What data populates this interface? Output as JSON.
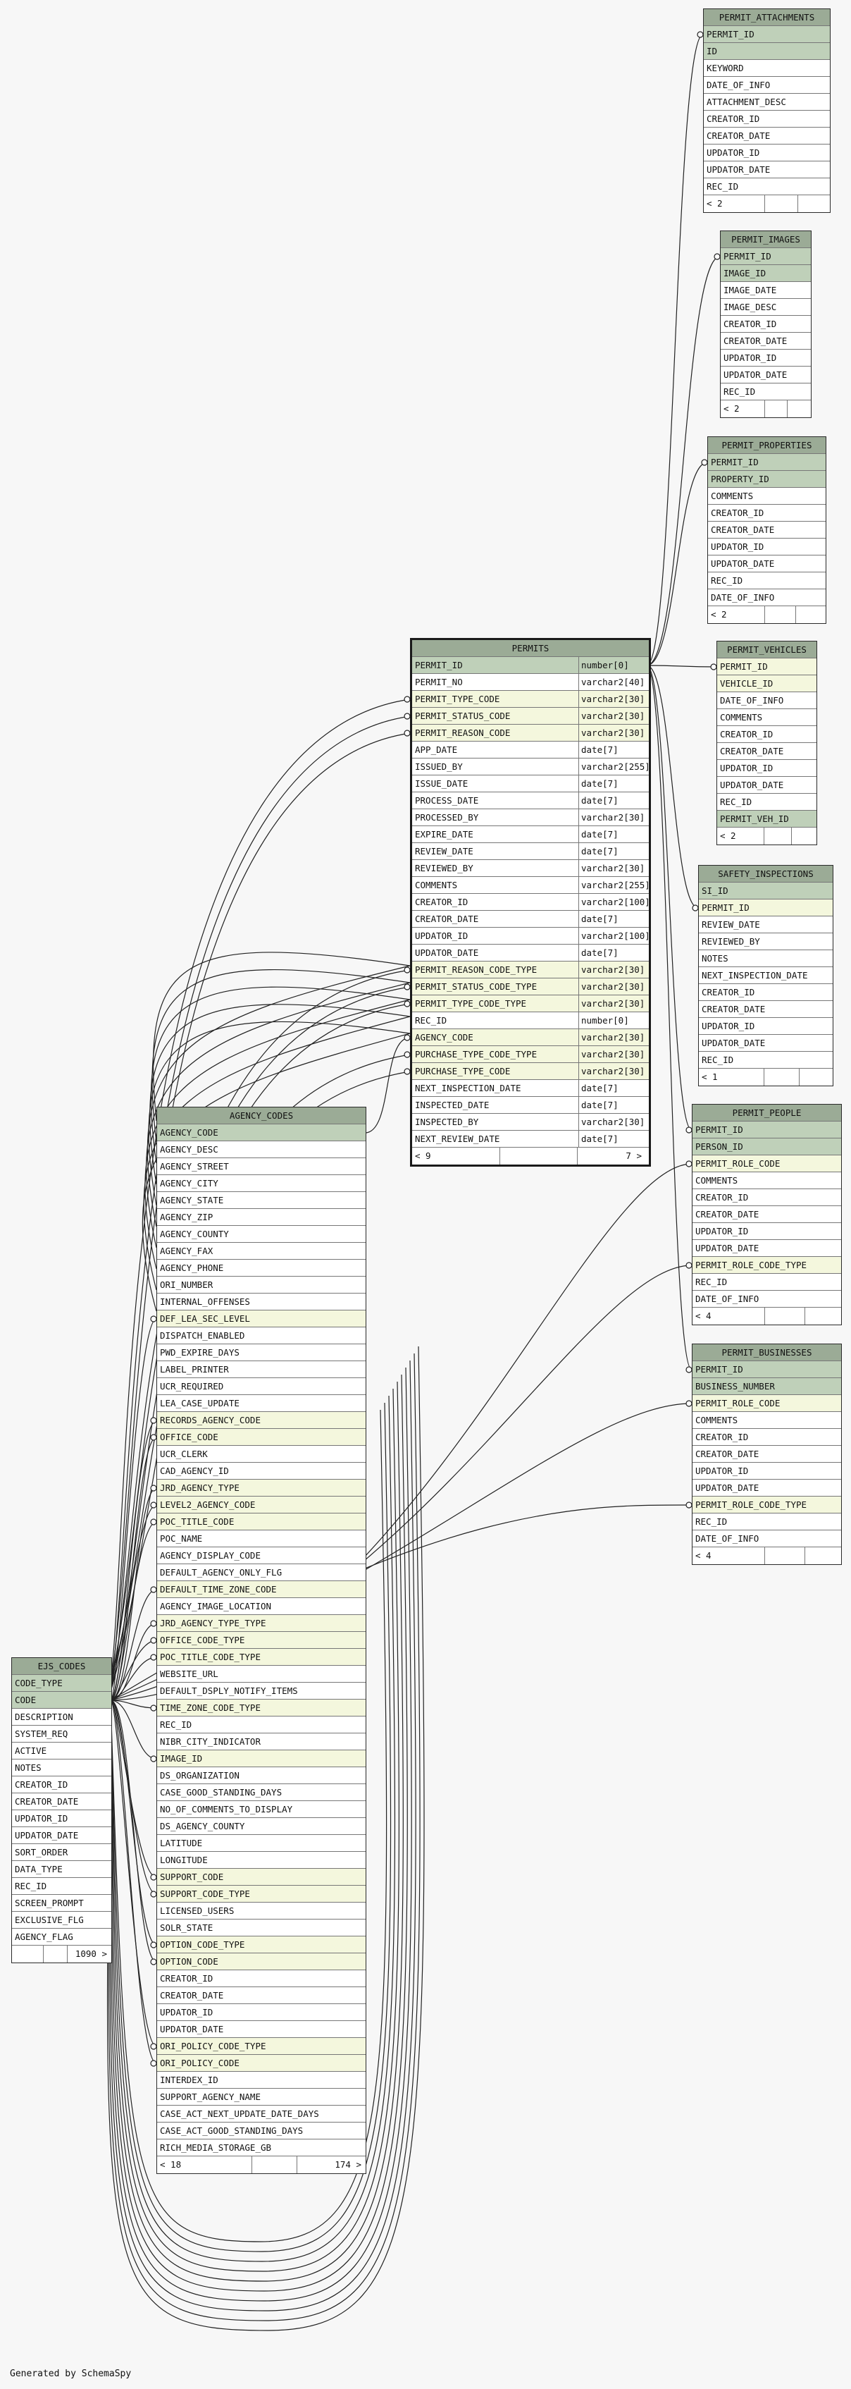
{
  "generated_text": "Generated by SchemaSpy",
  "tables": [
    {
      "id": "permit_attachments",
      "name": "PERMIT_ATTACHMENTS",
      "columns": [
        {
          "name": "PERMIT_ID",
          "kind": "pk"
        },
        {
          "name": "ID",
          "kind": "pk"
        },
        {
          "name": "KEYWORD"
        },
        {
          "name": "DATE_OF_INFO"
        },
        {
          "name": "ATTACHMENT_DESC"
        },
        {
          "name": "CREATOR_ID"
        },
        {
          "name": "CREATOR_DATE"
        },
        {
          "name": "UPDATOR_ID"
        },
        {
          "name": "UPDATOR_DATE"
        },
        {
          "name": "REC_ID"
        }
      ],
      "footer": [
        "< 2",
        "",
        ""
      ]
    },
    {
      "id": "permit_images",
      "name": "PERMIT_IMAGES",
      "columns": [
        {
          "name": "PERMIT_ID",
          "kind": "pk"
        },
        {
          "name": "IMAGE_ID",
          "kind": "pk"
        },
        {
          "name": "IMAGE_DATE"
        },
        {
          "name": "IMAGE_DESC"
        },
        {
          "name": "CREATOR_ID"
        },
        {
          "name": "CREATOR_DATE"
        },
        {
          "name": "UPDATOR_ID"
        },
        {
          "name": "UPDATOR_DATE"
        },
        {
          "name": "REC_ID"
        }
      ],
      "footer": [
        "< 2",
        "",
        ""
      ]
    },
    {
      "id": "permit_properties",
      "name": "PERMIT_PROPERTIES",
      "columns": [
        {
          "name": "PERMIT_ID",
          "kind": "pk"
        },
        {
          "name": "PROPERTY_ID",
          "kind": "pk"
        },
        {
          "name": "COMMENTS"
        },
        {
          "name": "CREATOR_ID"
        },
        {
          "name": "CREATOR_DATE"
        },
        {
          "name": "UPDATOR_ID"
        },
        {
          "name": "UPDATOR_DATE"
        },
        {
          "name": "REC_ID"
        },
        {
          "name": "DATE_OF_INFO"
        }
      ],
      "footer": [
        "< 2",
        "",
        ""
      ]
    },
    {
      "id": "permit_vehicles",
      "name": "PERMIT_VEHICLES",
      "columns": [
        {
          "name": "PERMIT_ID",
          "kind": "fk"
        },
        {
          "name": "VEHICLE_ID",
          "kind": "fk"
        },
        {
          "name": "DATE_OF_INFO"
        },
        {
          "name": "COMMENTS"
        },
        {
          "name": "CREATOR_ID"
        },
        {
          "name": "CREATOR_DATE"
        },
        {
          "name": "UPDATOR_ID"
        },
        {
          "name": "UPDATOR_DATE"
        },
        {
          "name": "REC_ID"
        },
        {
          "name": "PERMIT_VEH_ID",
          "kind": "pk"
        }
      ],
      "footer": [
        "< 2",
        "",
        ""
      ]
    },
    {
      "id": "permits",
      "name": "PERMITS",
      "main": true,
      "columns": [
        {
          "name": "PERMIT_ID",
          "type": "number[0]",
          "kind": "pk"
        },
        {
          "name": "PERMIT_NO",
          "type": "varchar2[40]"
        },
        {
          "name": "PERMIT_TYPE_CODE",
          "type": "varchar2[30]",
          "kind": "fk"
        },
        {
          "name": "PERMIT_STATUS_CODE",
          "type": "varchar2[30]",
          "kind": "fk"
        },
        {
          "name": "PERMIT_REASON_CODE",
          "type": "varchar2[30]",
          "kind": "fk"
        },
        {
          "name": "APP_DATE",
          "type": "date[7]"
        },
        {
          "name": "ISSUED_BY",
          "type": "varchar2[255]"
        },
        {
          "name": "ISSUE_DATE",
          "type": "date[7]"
        },
        {
          "name": "PROCESS_DATE",
          "type": "date[7]"
        },
        {
          "name": "PROCESSED_BY",
          "type": "varchar2[30]"
        },
        {
          "name": "EXPIRE_DATE",
          "type": "date[7]"
        },
        {
          "name": "REVIEW_DATE",
          "type": "date[7]"
        },
        {
          "name": "REVIEWED_BY",
          "type": "varchar2[30]"
        },
        {
          "name": "COMMENTS",
          "type": "varchar2[255]"
        },
        {
          "name": "CREATOR_ID",
          "type": "varchar2[100]"
        },
        {
          "name": "CREATOR_DATE",
          "type": "date[7]"
        },
        {
          "name": "UPDATOR_ID",
          "type": "varchar2[100]"
        },
        {
          "name": "UPDATOR_DATE",
          "type": "date[7]"
        },
        {
          "name": "PERMIT_REASON_CODE_TYPE",
          "type": "varchar2[30]",
          "kind": "fk"
        },
        {
          "name": "PERMIT_STATUS_CODE_TYPE",
          "type": "varchar2[30]",
          "kind": "fk"
        },
        {
          "name": "PERMIT_TYPE_CODE_TYPE",
          "type": "varchar2[30]",
          "kind": "fk"
        },
        {
          "name": "REC_ID",
          "type": "number[0]"
        },
        {
          "name": "AGENCY_CODE",
          "type": "varchar2[30]",
          "kind": "fk"
        },
        {
          "name": "PURCHASE_TYPE_CODE_TYPE",
          "type": "varchar2[30]",
          "kind": "fk"
        },
        {
          "name": "PURCHASE_TYPE_CODE",
          "type": "varchar2[30]",
          "kind": "fk"
        },
        {
          "name": "NEXT_INSPECTION_DATE",
          "type": "date[7]"
        },
        {
          "name": "INSPECTED_DATE",
          "type": "date[7]"
        },
        {
          "name": "INSPECTED_BY",
          "type": "varchar2[30]"
        },
        {
          "name": "NEXT_REVIEW_DATE",
          "type": "date[7]"
        }
      ],
      "footer": [
        "< 9",
        "",
        "7 >"
      ]
    },
    {
      "id": "safety_inspections",
      "name": "SAFETY_INSPECTIONS",
      "columns": [
        {
          "name": "SI_ID",
          "kind": "pk"
        },
        {
          "name": "PERMIT_ID",
          "kind": "fk"
        },
        {
          "name": "REVIEW_DATE"
        },
        {
          "name": "REVIEWED_BY"
        },
        {
          "name": "NOTES"
        },
        {
          "name": "NEXT_INSPECTION_DATE"
        },
        {
          "name": "CREATOR_ID"
        },
        {
          "name": "CREATOR_DATE"
        },
        {
          "name": "UPDATOR_ID"
        },
        {
          "name": "UPDATOR_DATE"
        },
        {
          "name": "REC_ID"
        }
      ],
      "footer": [
        "< 1",
        "",
        ""
      ]
    },
    {
      "id": "permit_people",
      "name": "PERMIT_PEOPLE",
      "columns": [
        {
          "name": "PERMIT_ID",
          "kind": "pk"
        },
        {
          "name": "PERSON_ID",
          "kind": "pk"
        },
        {
          "name": "PERMIT_ROLE_CODE",
          "kind": "fk"
        },
        {
          "name": "COMMENTS"
        },
        {
          "name": "CREATOR_ID"
        },
        {
          "name": "CREATOR_DATE"
        },
        {
          "name": "UPDATOR_ID"
        },
        {
          "name": "UPDATOR_DATE"
        },
        {
          "name": "PERMIT_ROLE_CODE_TYPE",
          "kind": "fk"
        },
        {
          "name": "REC_ID"
        },
        {
          "name": "DATE_OF_INFO"
        }
      ],
      "footer": [
        "< 4",
        "",
        ""
      ]
    },
    {
      "id": "permit_businesses",
      "name": "PERMIT_BUSINESSES",
      "columns": [
        {
          "name": "PERMIT_ID",
          "kind": "pk"
        },
        {
          "name": "BUSINESS_NUMBER",
          "kind": "pk"
        },
        {
          "name": "PERMIT_ROLE_CODE",
          "kind": "fk"
        },
        {
          "name": "COMMENTS"
        },
        {
          "name": "CREATOR_ID"
        },
        {
          "name": "CREATOR_DATE"
        },
        {
          "name": "UPDATOR_ID"
        },
        {
          "name": "UPDATOR_DATE"
        },
        {
          "name": "PERMIT_ROLE_CODE_TYPE",
          "kind": "fk"
        },
        {
          "name": "REC_ID"
        },
        {
          "name": "DATE_OF_INFO"
        }
      ],
      "footer": [
        "< 4",
        "",
        ""
      ]
    },
    {
      "id": "agency_codes",
      "name": "AGENCY_CODES",
      "columns": [
        {
          "name": "AGENCY_CODE",
          "kind": "pk"
        },
        {
          "name": "AGENCY_DESC"
        },
        {
          "name": "AGENCY_STREET"
        },
        {
          "name": "AGENCY_CITY"
        },
        {
          "name": "AGENCY_STATE"
        },
        {
          "name": "AGENCY_ZIP"
        },
        {
          "name": "AGENCY_COUNTY"
        },
        {
          "name": "AGENCY_FAX"
        },
        {
          "name": "AGENCY_PHONE"
        },
        {
          "name": "ORI_NUMBER"
        },
        {
          "name": "INTERNAL_OFFENSES"
        },
        {
          "name": "DEF_LEA_SEC_LEVEL",
          "kind": "fk"
        },
        {
          "name": "DISPATCH_ENABLED"
        },
        {
          "name": "PWD_EXPIRE_DAYS"
        },
        {
          "name": "LABEL_PRINTER"
        },
        {
          "name": "UCR_REQUIRED"
        },
        {
          "name": "LEA_CASE_UPDATE"
        },
        {
          "name": "RECORDS_AGENCY_CODE",
          "kind": "fk"
        },
        {
          "name": "OFFICE_CODE",
          "kind": "fk"
        },
        {
          "name": "UCR_CLERK"
        },
        {
          "name": "CAD_AGENCY_ID"
        },
        {
          "name": "JRD_AGENCY_TYPE",
          "kind": "fk"
        },
        {
          "name": "LEVEL2_AGENCY_CODE",
          "kind": "fk"
        },
        {
          "name": "POC_TITLE_CODE",
          "kind": "fk"
        },
        {
          "name": "POC_NAME"
        },
        {
          "name": "AGENCY_DISPLAY_CODE"
        },
        {
          "name": "DEFAULT_AGENCY_ONLY_FLG"
        },
        {
          "name": "DEFAULT_TIME_ZONE_CODE",
          "kind": "fk"
        },
        {
          "name": "AGENCY_IMAGE_LOCATION"
        },
        {
          "name": "JRD_AGENCY_TYPE_TYPE",
          "kind": "fk"
        },
        {
          "name": "OFFICE_CODE_TYPE",
          "kind": "fk"
        },
        {
          "name": "POC_TITLE_CODE_TYPE",
          "kind": "fk"
        },
        {
          "name": "WEBSITE_URL"
        },
        {
          "name": "DEFAULT_DSPLY_NOTIFY_ITEMS"
        },
        {
          "name": "TIME_ZONE_CODE_TYPE",
          "kind": "fk"
        },
        {
          "name": "REC_ID"
        },
        {
          "name": "NIBR_CITY_INDICATOR"
        },
        {
          "name": "IMAGE_ID",
          "kind": "fk"
        },
        {
          "name": "DS_ORGANIZATION"
        },
        {
          "name": "CASE_GOOD_STANDING_DAYS"
        },
        {
          "name": "NO_OF_COMMENTS_TO_DISPLAY"
        },
        {
          "name": "DS_AGENCY_COUNTY"
        },
        {
          "name": "LATITUDE"
        },
        {
          "name": "LONGITUDE"
        },
        {
          "name": "SUPPORT_CODE",
          "kind": "fk"
        },
        {
          "name": "SUPPORT_CODE_TYPE",
          "kind": "fk"
        },
        {
          "name": "LICENSED_USERS"
        },
        {
          "name": "SOLR_STATE"
        },
        {
          "name": "OPTION_CODE_TYPE",
          "kind": "fk"
        },
        {
          "name": "OPTION_CODE",
          "kind": "fk"
        },
        {
          "name": "CREATOR_ID"
        },
        {
          "name": "CREATOR_DATE"
        },
        {
          "name": "UPDATOR_ID"
        },
        {
          "name": "UPDATOR_DATE"
        },
        {
          "name": "ORI_POLICY_CODE_TYPE",
          "kind": "fk"
        },
        {
          "name": "ORI_POLICY_CODE",
          "kind": "fk"
        },
        {
          "name": "INTERDEX_ID"
        },
        {
          "name": "SUPPORT_AGENCY_NAME"
        },
        {
          "name": "CASE_ACT_NEXT_UPDATE_DATE_DAYS"
        },
        {
          "name": "CASE_ACT_GOOD_STANDING_DAYS"
        },
        {
          "name": "RICH_MEDIA_STORAGE_GB"
        }
      ],
      "footer": [
        "< 18",
        "",
        "174 >"
      ]
    },
    {
      "id": "ejs_codes",
      "name": "EJS_CODES",
      "columns": [
        {
          "name": "CODE_TYPE",
          "kind": "pk"
        },
        {
          "name": "CODE",
          "kind": "pk"
        },
        {
          "name": "DESCRIPTION"
        },
        {
          "name": "SYSTEM_REQ"
        },
        {
          "name": "ACTIVE"
        },
        {
          "name": "NOTES"
        },
        {
          "name": "CREATOR_ID"
        },
        {
          "name": "CREATOR_DATE"
        },
        {
          "name": "UPDATOR_ID"
        },
        {
          "name": "UPDATOR_DATE"
        },
        {
          "name": "SORT_ORDER"
        },
        {
          "name": "DATA_TYPE"
        },
        {
          "name": "REC_ID"
        },
        {
          "name": "SCREEN_PROMPT"
        },
        {
          "name": "EXCLUSIVE_FLG"
        },
        {
          "name": "AGENCY_FLAG"
        }
      ],
      "footer": [
        "",
        "",
        "1090 >"
      ]
    }
  ]
}
